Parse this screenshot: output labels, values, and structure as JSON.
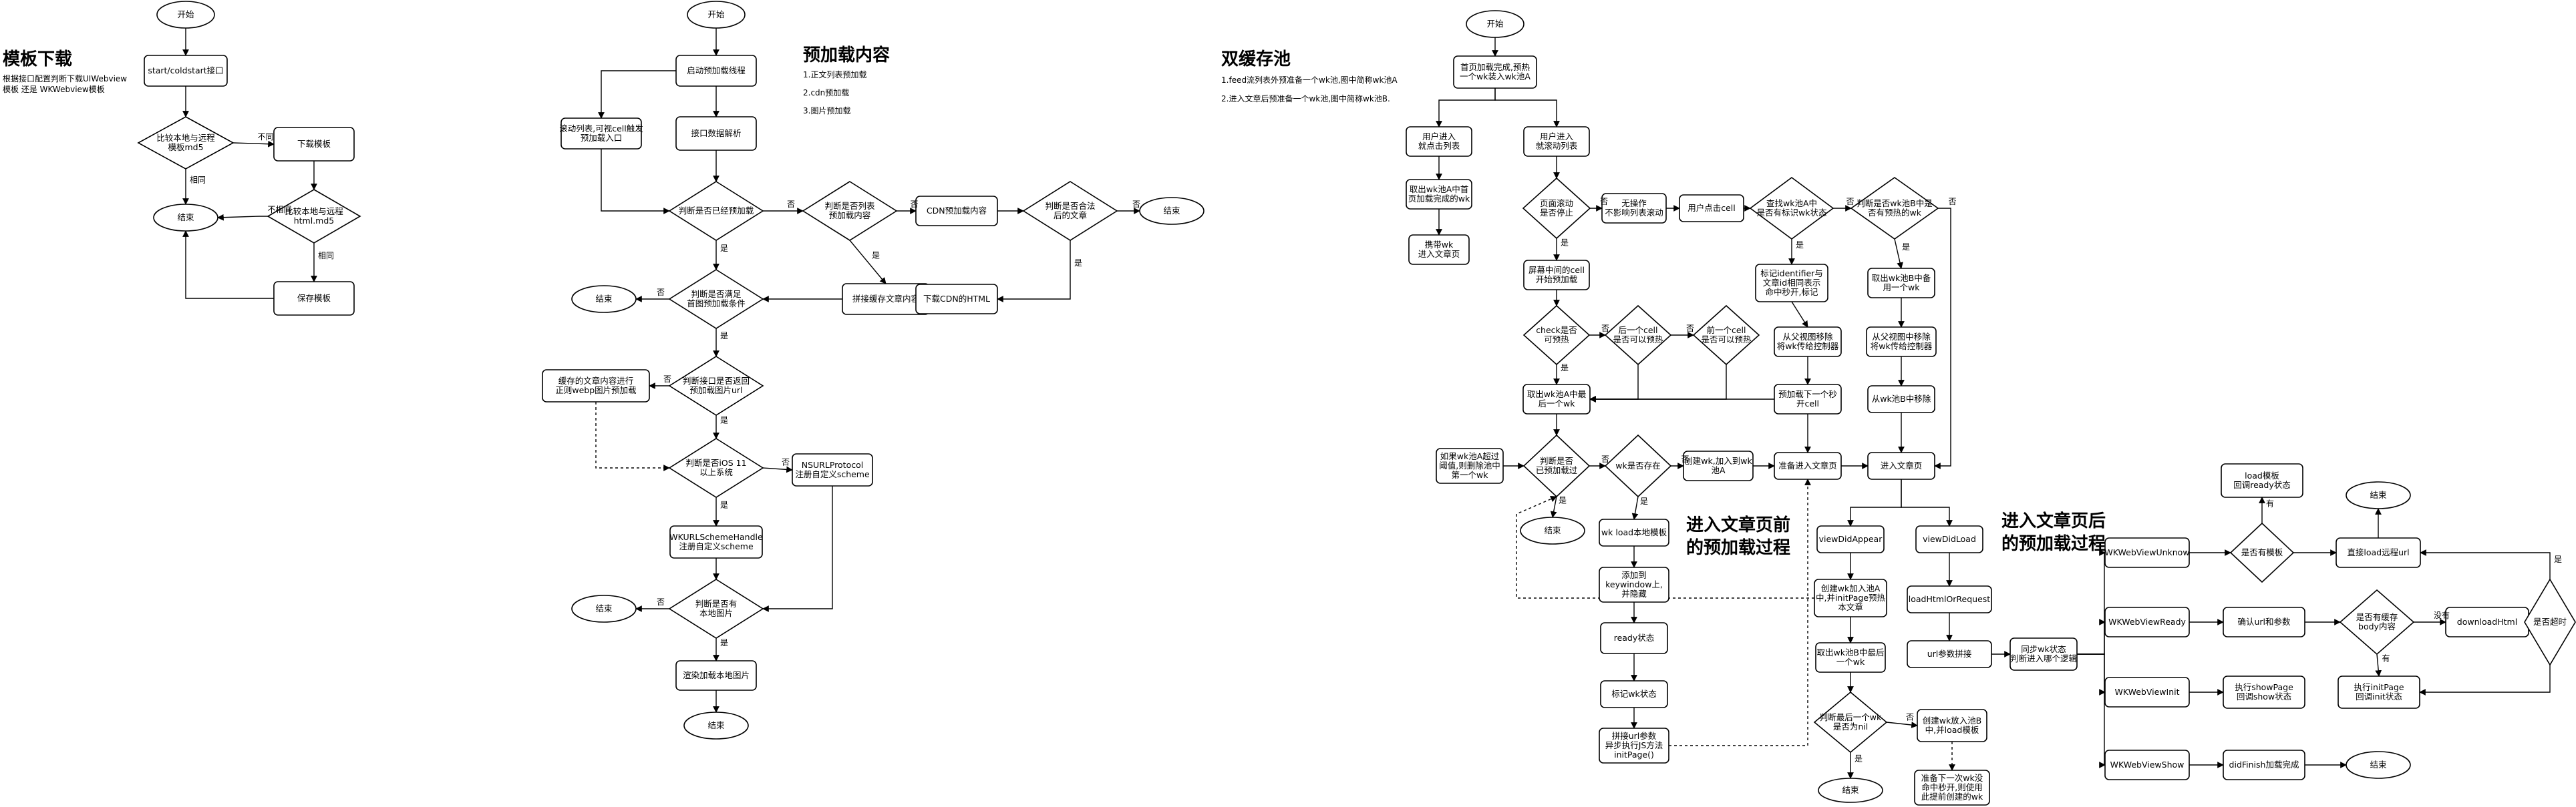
{
  "sections": {
    "template": {
      "title": "模板下载",
      "lines": [
        "根据接口配置判断下载UIWebview",
        "模板 还是 WKWebview模板"
      ]
    },
    "preload": {
      "title": "预加载内容",
      "lines": [
        "1.正文列表预加载",
        "2.cdn预加载",
        "3.图片预加载"
      ]
    },
    "pool": {
      "title": "双缓存池",
      "lines": [
        "1.feed流列表外预准备一个wk池,图中简称wk池A",
        "2.进入文章后预准备一个wk池,图中简称wk池B."
      ]
    },
    "flow1": {
      "title": "进入文章页前\n的预加载过程"
    },
    "flow2": {
      "title": "进入文章页后\n的预加载过程"
    }
  },
  "nodes": [
    {
      "id": "a_start",
      "shape": "ellipse",
      "text": "开始",
      "fill": "white"
    },
    {
      "id": "a_coldstart",
      "shape": "rect",
      "text": "start/coldstart接口"
    },
    {
      "id": "a_cmp1",
      "shape": "diamond",
      "text": "比较本地与远程\n模板md5"
    },
    {
      "id": "a_download",
      "shape": "rect",
      "text": "下载模板"
    },
    {
      "id": "a_end",
      "shape": "ellipse",
      "text": "结束",
      "bold": true
    },
    {
      "id": "a_cmp2",
      "shape": "diamond",
      "text": "比较本地与远程\nhtml.md5"
    },
    {
      "id": "a_save",
      "shape": "rect",
      "text": "保存模板"
    },
    {
      "id": "b_start",
      "shape": "ellipse",
      "text": "开始"
    },
    {
      "id": "b_launch",
      "shape": "rect",
      "text": "启动预加载线程"
    },
    {
      "id": "b_scroll",
      "shape": "rect",
      "text": "滚动列表,可视cell触发\n预加载入口"
    },
    {
      "id": "b_parse",
      "shape": "rect",
      "text": "接口数据解析"
    },
    {
      "id": "b_loaded",
      "shape": "diamond",
      "text": "判断是否已经预加载"
    },
    {
      "id": "b_listpre",
      "shape": "diamond",
      "text": "判断是否列表\n预加载内容"
    },
    {
      "id": "b_cdn",
      "shape": "rect",
      "text": "CDN预加载内容"
    },
    {
      "id": "b_legal",
      "shape": "diamond",
      "text": "判断是否合法\n后的文章"
    },
    {
      "id": "b_end1",
      "shape": "ellipse",
      "text": "结束",
      "bold": true
    },
    {
      "id": "b_cond",
      "shape": "diamond",
      "text": "判断是否满足\n首图预加载条件"
    },
    {
      "id": "b_cache",
      "shape": "rect",
      "text": "拼接缓存文章内容"
    },
    {
      "id": "b_dlcdn",
      "shape": "rect",
      "text": "下载CDN的HTML"
    },
    {
      "id": "b_end2",
      "shape": "ellipse",
      "text": "结束",
      "bold": true
    },
    {
      "id": "b_imgurl",
      "shape": "diamond",
      "text": "判断接口是否返回\n预加载图片url"
    },
    {
      "id": "b_webp",
      "shape": "rect",
      "text": "缓存的文章内容进行\n正则webp图片预加载"
    },
    {
      "id": "b_ios11",
      "shape": "diamond",
      "text": "判断是否iOS 11\n以上系统"
    },
    {
      "id": "b_nsurl",
      "shape": "rect",
      "text": "NSURLProtocol\n注册自定义scheme"
    },
    {
      "id": "b_wkurl",
      "shape": "rect",
      "text": "WKURLSchemeHandle\n注册自定义scheme"
    },
    {
      "id": "b_local",
      "shape": "diamond",
      "text": "判断是否有\n本地图片"
    },
    {
      "id": "b_end3",
      "shape": "ellipse",
      "text": "结束",
      "bold": true
    },
    {
      "id": "b_render",
      "shape": "rect",
      "text": "渲染加载本地图片"
    },
    {
      "id": "b_end4",
      "shape": "ellipse",
      "text": "结束",
      "bold": true
    },
    {
      "id": "c_start",
      "shape": "ellipse",
      "text": "开始"
    },
    {
      "id": "c_first",
      "shape": "rect",
      "text": "首页加载完成,预热\n一个wk装入wk池A"
    },
    {
      "id": "c_click",
      "shape": "rect",
      "text": "用户进入\n就点击列表"
    },
    {
      "id": "c_scroll",
      "shape": "rect",
      "text": "用户进入\n就滚动列表"
    },
    {
      "id": "c_takeA",
      "shape": "rect",
      "text": "取出wk池A中首\n页加载完成的wk"
    },
    {
      "id": "c_carry",
      "shape": "rect",
      "text": "携带wk\n进入文章页"
    },
    {
      "id": "c_stop",
      "shape": "diamond",
      "text": "页面滚动\n是否停止"
    },
    {
      "id": "c_noop",
      "shape": "rect",
      "text": "无操作\n不影响列表滚动"
    },
    {
      "id": "c_userclick",
      "shape": "rect",
      "text": "用户点击cell"
    },
    {
      "id": "c_findA",
      "shape": "diamond",
      "text": "查找wk池A中\n是否有标识wk状态"
    },
    {
      "id": "c_hasB",
      "shape": "diamond",
      "text": "判断是否wk池B中是\n否有预热的wk"
    },
    {
      "id": "c_screen",
      "shape": "rect",
      "text": "屏幕中间的cell\n开始预加载"
    },
    {
      "id": "c_mark",
      "shape": "rect",
      "text": "标记identifier与\n文章id相同表示\n命中秒开,标记"
    },
    {
      "id": "c_takeB",
      "shape": "rect",
      "text": "取出wk池B中备\n用一个wk"
    },
    {
      "id": "c_check",
      "shape": "diamond",
      "text": "check是否\n可预热"
    },
    {
      "id": "c_prev",
      "shape": "diamond",
      "text": "后一个cell\n是否可以预热"
    },
    {
      "id": "c_next",
      "shape": "diamond",
      "text": "前一个cell\n是否可以预热"
    },
    {
      "id": "c_rmparent",
      "shape": "rect",
      "text": "从父视图移除\n将wk传给控制器"
    },
    {
      "id": "c_rmparentB",
      "shape": "rect",
      "text": "从父视图中移除\n将wk传给控制器"
    },
    {
      "id": "c_prepare",
      "shape": "rect",
      "text": "预加载下一个秒\n开cell"
    },
    {
      "id": "c_delB",
      "shape": "rect",
      "text": "从wk池B中移除"
    },
    {
      "id": "c_getA",
      "shape": "rect",
      "text": "取出wk池A中最\n后一个wk"
    },
    {
      "id": "c_expire",
      "shape": "rect",
      "text": "如果wk池A超过\n阈值,则删除池中\n第一个wk"
    },
    {
      "id": "c_past",
      "shape": "diamond",
      "text": "判断是否\n已预加载过"
    },
    {
      "id": "c_exist",
      "shape": "diamond",
      "text": "wk是否存在"
    },
    {
      "id": "c_create",
      "shape": "rect",
      "text": "创建wk,加入到wk\n池A"
    },
    {
      "id": "c_ready",
      "shape": "rect",
      "text": "准备进入文章页"
    },
    {
      "id": "c_enter",
      "shape": "rect",
      "text": "进入文章页"
    },
    {
      "id": "c_end1",
      "shape": "ellipse",
      "text": "结束",
      "bold": true
    },
    {
      "id": "c_wkload",
      "shape": "rect",
      "text": "wk load本地模板"
    },
    {
      "id": "c_addkw",
      "shape": "rect",
      "text": "添加到\nkeywindow上,\n并隐藏"
    },
    {
      "id": "c_readystate",
      "shape": "rect",
      "text": "ready状态"
    },
    {
      "id": "c_markstate",
      "shape": "rect",
      "text": "标记wk状态"
    },
    {
      "id": "c_joinurl",
      "shape": "rect",
      "text": "拼接url参数\n异步执行JS方法\ninitPage()"
    },
    {
      "id": "d_appear",
      "shape": "rect",
      "text": "viewDidAppear"
    },
    {
      "id": "d_load",
      "shape": "rect",
      "text": "viewDidLoad"
    },
    {
      "id": "d_createwk",
      "shape": "rect",
      "text": "创建wk加入池A\n中,并initPage预热\n本文章"
    },
    {
      "id": "d_loadhtml",
      "shape": "rect",
      "text": "loadHtmlOrRequest"
    },
    {
      "id": "d_urljoin",
      "shape": "rect",
      "text": "url参数拼接"
    },
    {
      "id": "d_sync",
      "shape": "rect",
      "text": "同步wk状态\n判断进入哪个逻辑"
    },
    {
      "id": "d_takeBlast",
      "shape": "rect",
      "text": "取出wk池B中最后\n一个wk"
    },
    {
      "id": "d_isnil",
      "shape": "diamond",
      "text": "判断最后一个wk\n是否为nil"
    },
    {
      "id": "d_newB",
      "shape": "rect",
      "text": "创建wk放入池B\n中,并load模板"
    },
    {
      "id": "d_end",
      "shape": "ellipse",
      "text": "结束",
      "bold": true
    },
    {
      "id": "d_prepnext",
      "shape": "rect",
      "text": "准备下一次wk没\n命中秒开,则使用\n此提前创建的wk"
    },
    {
      "id": "e_unknown",
      "shape": "rect",
      "text": "WKWebViewUnknow"
    },
    {
      "id": "e_ready",
      "shape": "rect",
      "text": "WKWebViewReady"
    },
    {
      "id": "e_init",
      "shape": "rect",
      "text": "WKWebViewInit"
    },
    {
      "id": "e_show",
      "shape": "rect",
      "text": "WKWebViewShow"
    },
    {
      "id": "e_hastpl",
      "shape": "diamond",
      "text": "是否有模板"
    },
    {
      "id": "e_loadtpl",
      "shape": "rect",
      "text": "load模板\n回调ready状态"
    },
    {
      "id": "e_end1",
      "shape": "ellipse",
      "text": "结束",
      "bold": true
    },
    {
      "id": "e_direct",
      "shape": "rect",
      "text": "直接load远程url"
    },
    {
      "id": "e_confirm",
      "shape": "rect",
      "text": "确认url和参数"
    },
    {
      "id": "e_cachebody",
      "shape": "diamond",
      "text": "是否有缓存\nbody内容"
    },
    {
      "id": "e_download",
      "shape": "rect",
      "text": "downloadHtml"
    },
    {
      "id": "e_timeout",
      "shape": "diamond",
      "text": "是否超时"
    },
    {
      "id": "e_showpage",
      "shape": "rect",
      "text": "执行showPage\n回调show状态"
    },
    {
      "id": "e_initpage",
      "shape": "rect",
      "text": "执行initPage\n回调init状态"
    },
    {
      "id": "e_finish",
      "shape": "rect",
      "text": "didFinish加载完成"
    },
    {
      "id": "e_end2",
      "shape": "ellipse",
      "text": "结束",
      "bold": true
    }
  ],
  "edge_labels": {
    "no_diff": "不同",
    "same": "相同",
    "not_same": "不相同",
    "no": "否",
    "yes": "是",
    "none": "没有",
    "has": "有"
  }
}
